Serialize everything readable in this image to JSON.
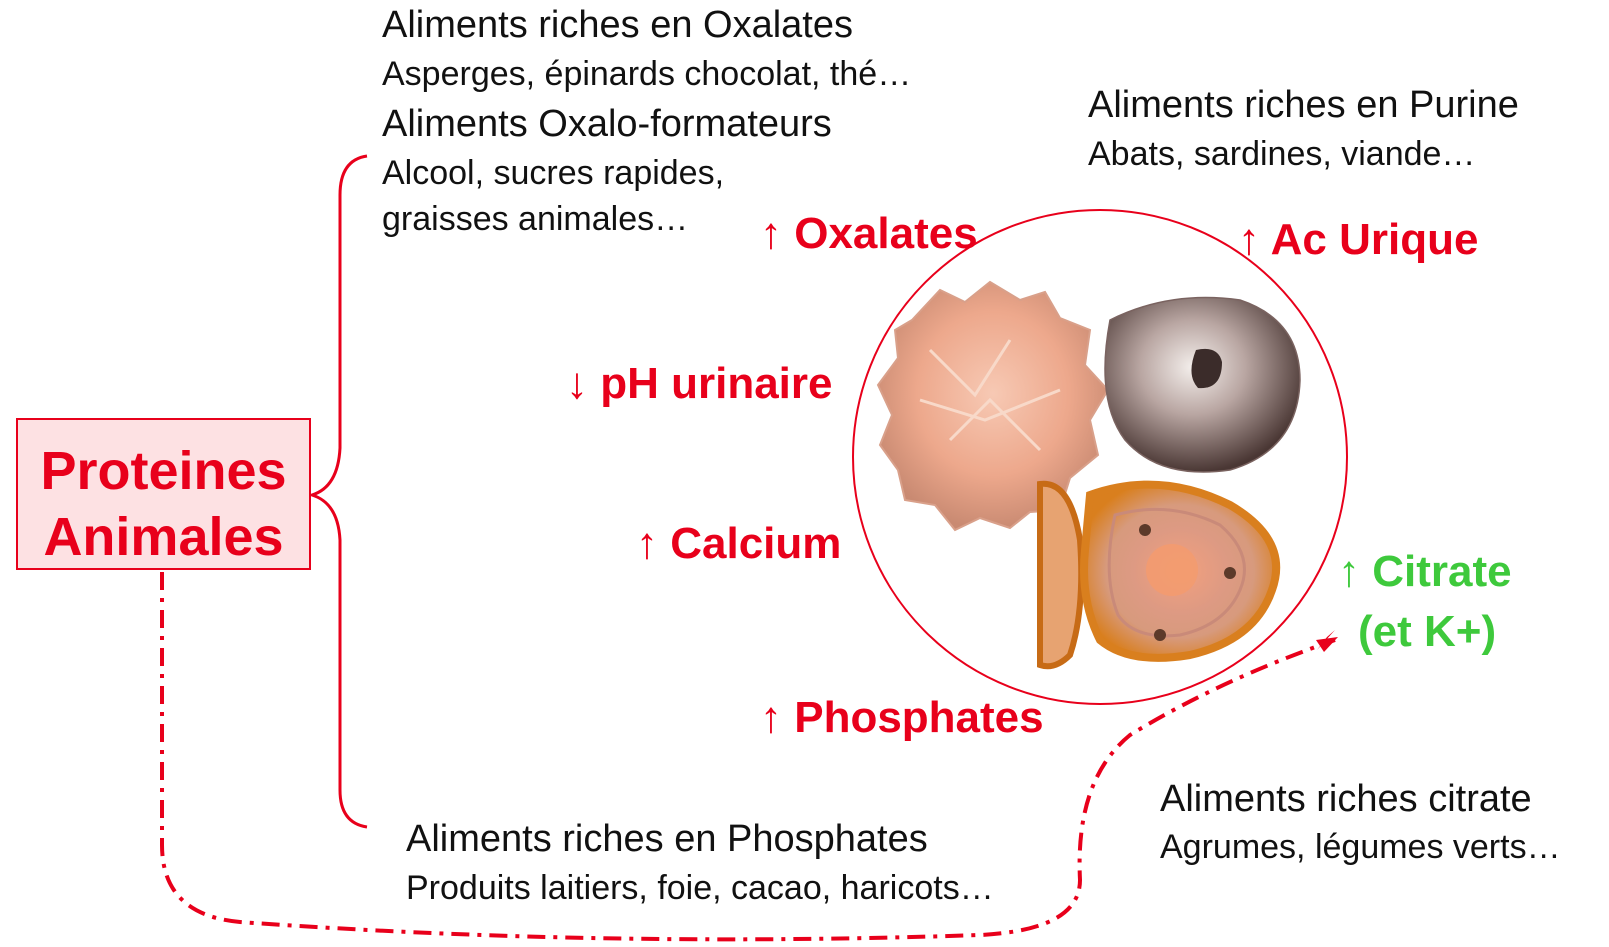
{
  "colors": {
    "accent_red": "#e8001b",
    "accent_green": "#3ec93c",
    "box_fill": "#fde1e3",
    "text": "#111111"
  },
  "central_node": {
    "label": "Proteines\nAnimales"
  },
  "food_groups": {
    "oxalates": {
      "title": "Aliments riches en Oxalates",
      "examples": "Asperges, épinards chocolat, thé…"
    },
    "oxalo_formateurs": {
      "title": "Aliments Oxalo-formateurs",
      "examples_line1": "Alcool, sucres rapides,",
      "examples_line2": "graisses animales…"
    },
    "purine": {
      "title": "Aliments riches en Purine",
      "examples": "Abats, sardines, viande…"
    },
    "phosphates": {
      "title": "Aliments riches en Phosphates",
      "examples": "Produits laitiers, foie, cacao, haricots…"
    },
    "citrate": {
      "title": "Aliments riches citrate",
      "examples": "Agrumes, légumes verts…"
    }
  },
  "effects": {
    "oxalates": {
      "arrow": "↑",
      "label": "Oxalates"
    },
    "ac_urique": {
      "arrow": "↑",
      "label": "Ac Urique"
    },
    "ph_urinaire": {
      "arrow": "↓",
      "label": "pH urinaire"
    },
    "calcium": {
      "arrow": "↑",
      "label": "Calcium"
    },
    "phosphates": {
      "arrow": "↑",
      "label": "Phosphates"
    },
    "citrate": {
      "arrow": "↑",
      "label": "Citrate",
      "line2": "(et K+)"
    }
  },
  "icons": {
    "stones_image": "kidney-stones-photo-icon"
  }
}
